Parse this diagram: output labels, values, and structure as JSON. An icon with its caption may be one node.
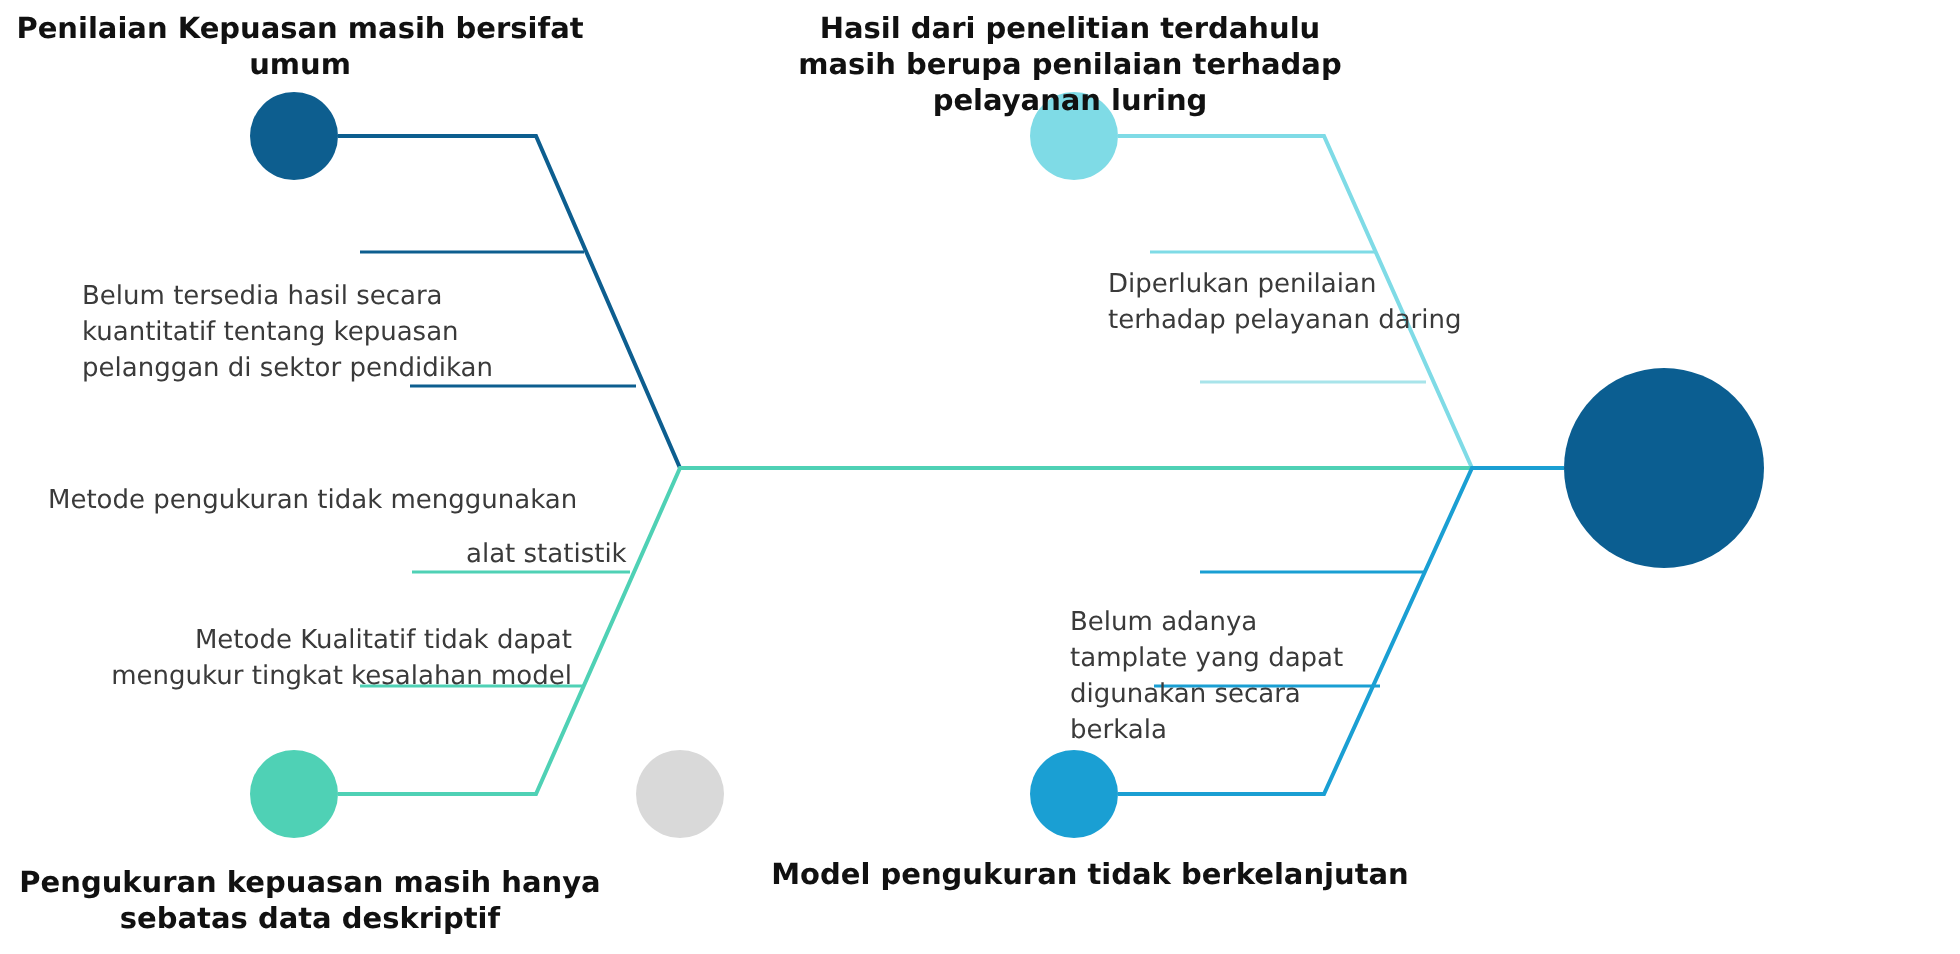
{
  "diagram": {
    "nodes": [
      {
        "text": [],
        "shape": "circle"
      },
      {
        "text": [
          "Penilaian Kepuasan masih bersifat umum"
        ]
      },
      {
        "text": [
          "Hasil dari penelitian terdahulu masih berupa penilaian terhadap pelayanan luring"
        ]
      },
      {
        "text": [
          "Pengukuran kepuasan masih hanya sebatas data deskriptif"
        ]
      },
      {
        "text": [],
        "shape": "circle"
      },
      {
        "text": [
          "Model pengukuran tidak berkelanjutan"
        ]
      }
    ],
    "edges": [
      {
        "from": 1,
        "to": 0,
        "arrow": "none",
        "color": "#0d5e8f"
      },
      {
        "from": 2,
        "to": 0,
        "arrow": "none",
        "color": "#7fdbe6"
      },
      {
        "from": 3,
        "to": 0,
        "arrow": "none",
        "color": "#4fd1b5"
      },
      {
        "from": 5,
        "to": 0,
        "arrow": "none",
        "color": "#1a9fd3"
      }
    ],
    "labels": [
      "Belum tersedia hasil secara kuantitatif tentang kepuasan pelanggan di sektor pendidikan",
      "Diperlukan penilaian terhadap pelayanan daring",
      "Metode pengukuran tidak menggunakan",
      "alat statistik",
      "Belum adanya tamplate yang dapat digunakan secara berkala",
      "Metode Kualitatif tidak dapat mengukur tingkat kesalahan model"
    ]
  }
}
